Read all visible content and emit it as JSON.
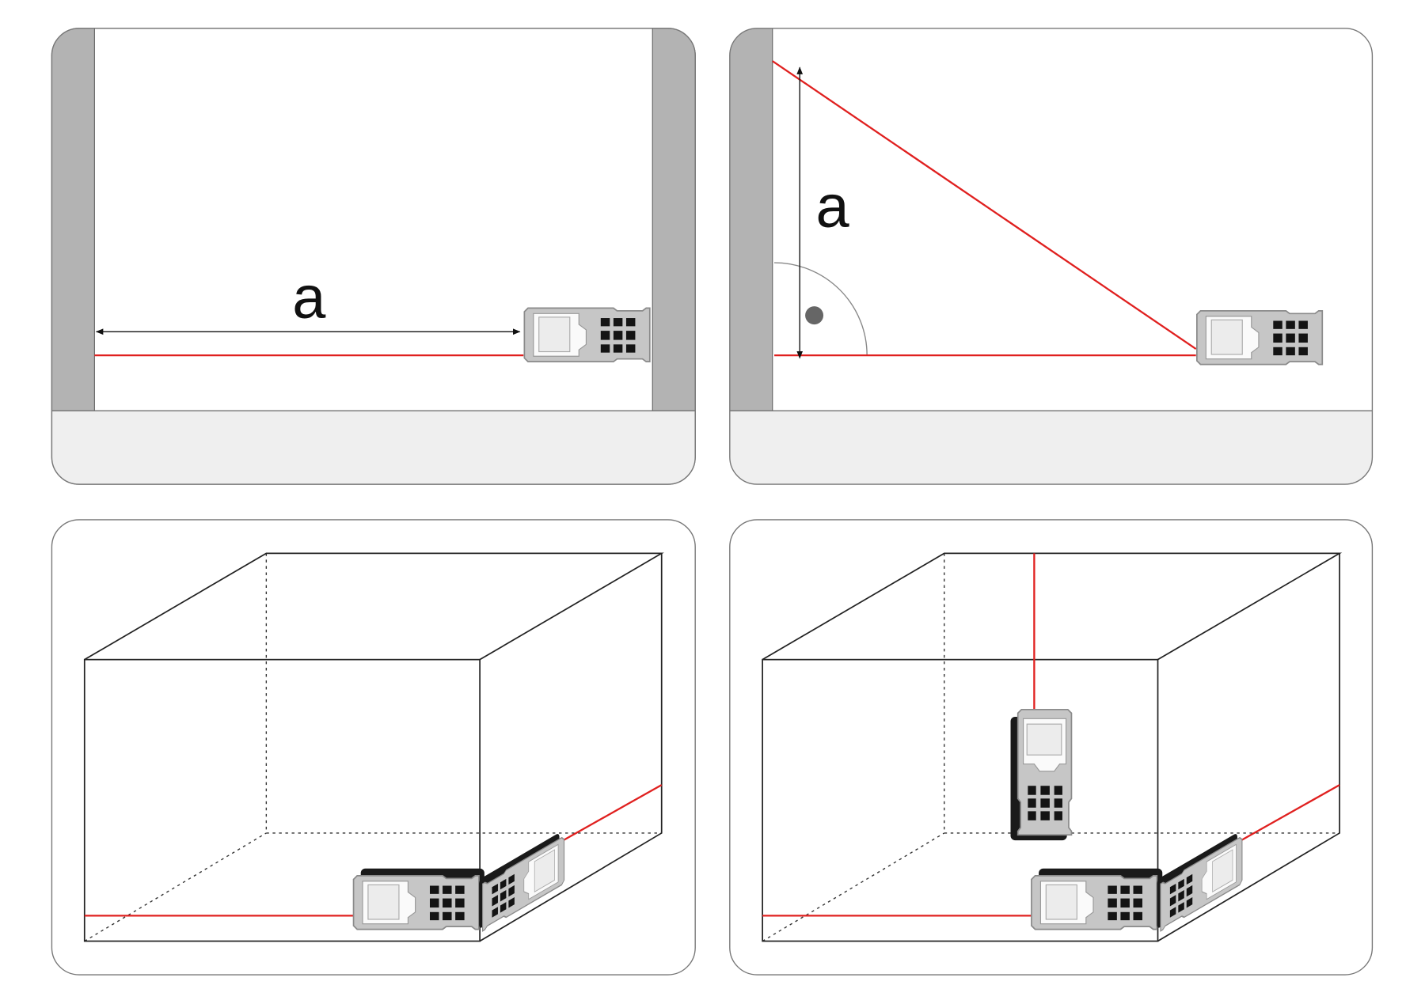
{
  "panels": [
    {
      "id": "distance",
      "label": "a"
    },
    {
      "id": "height-pythagoras",
      "label": "a"
    },
    {
      "id": "area",
      "label": ""
    },
    {
      "id": "volume",
      "label": ""
    }
  ],
  "colors": {
    "laser": "#e0201f",
    "wall": "#b3b3b3",
    "floor": "#efefef",
    "device_body": "#c6c6c6",
    "device_back": "#1a1a1a"
  }
}
